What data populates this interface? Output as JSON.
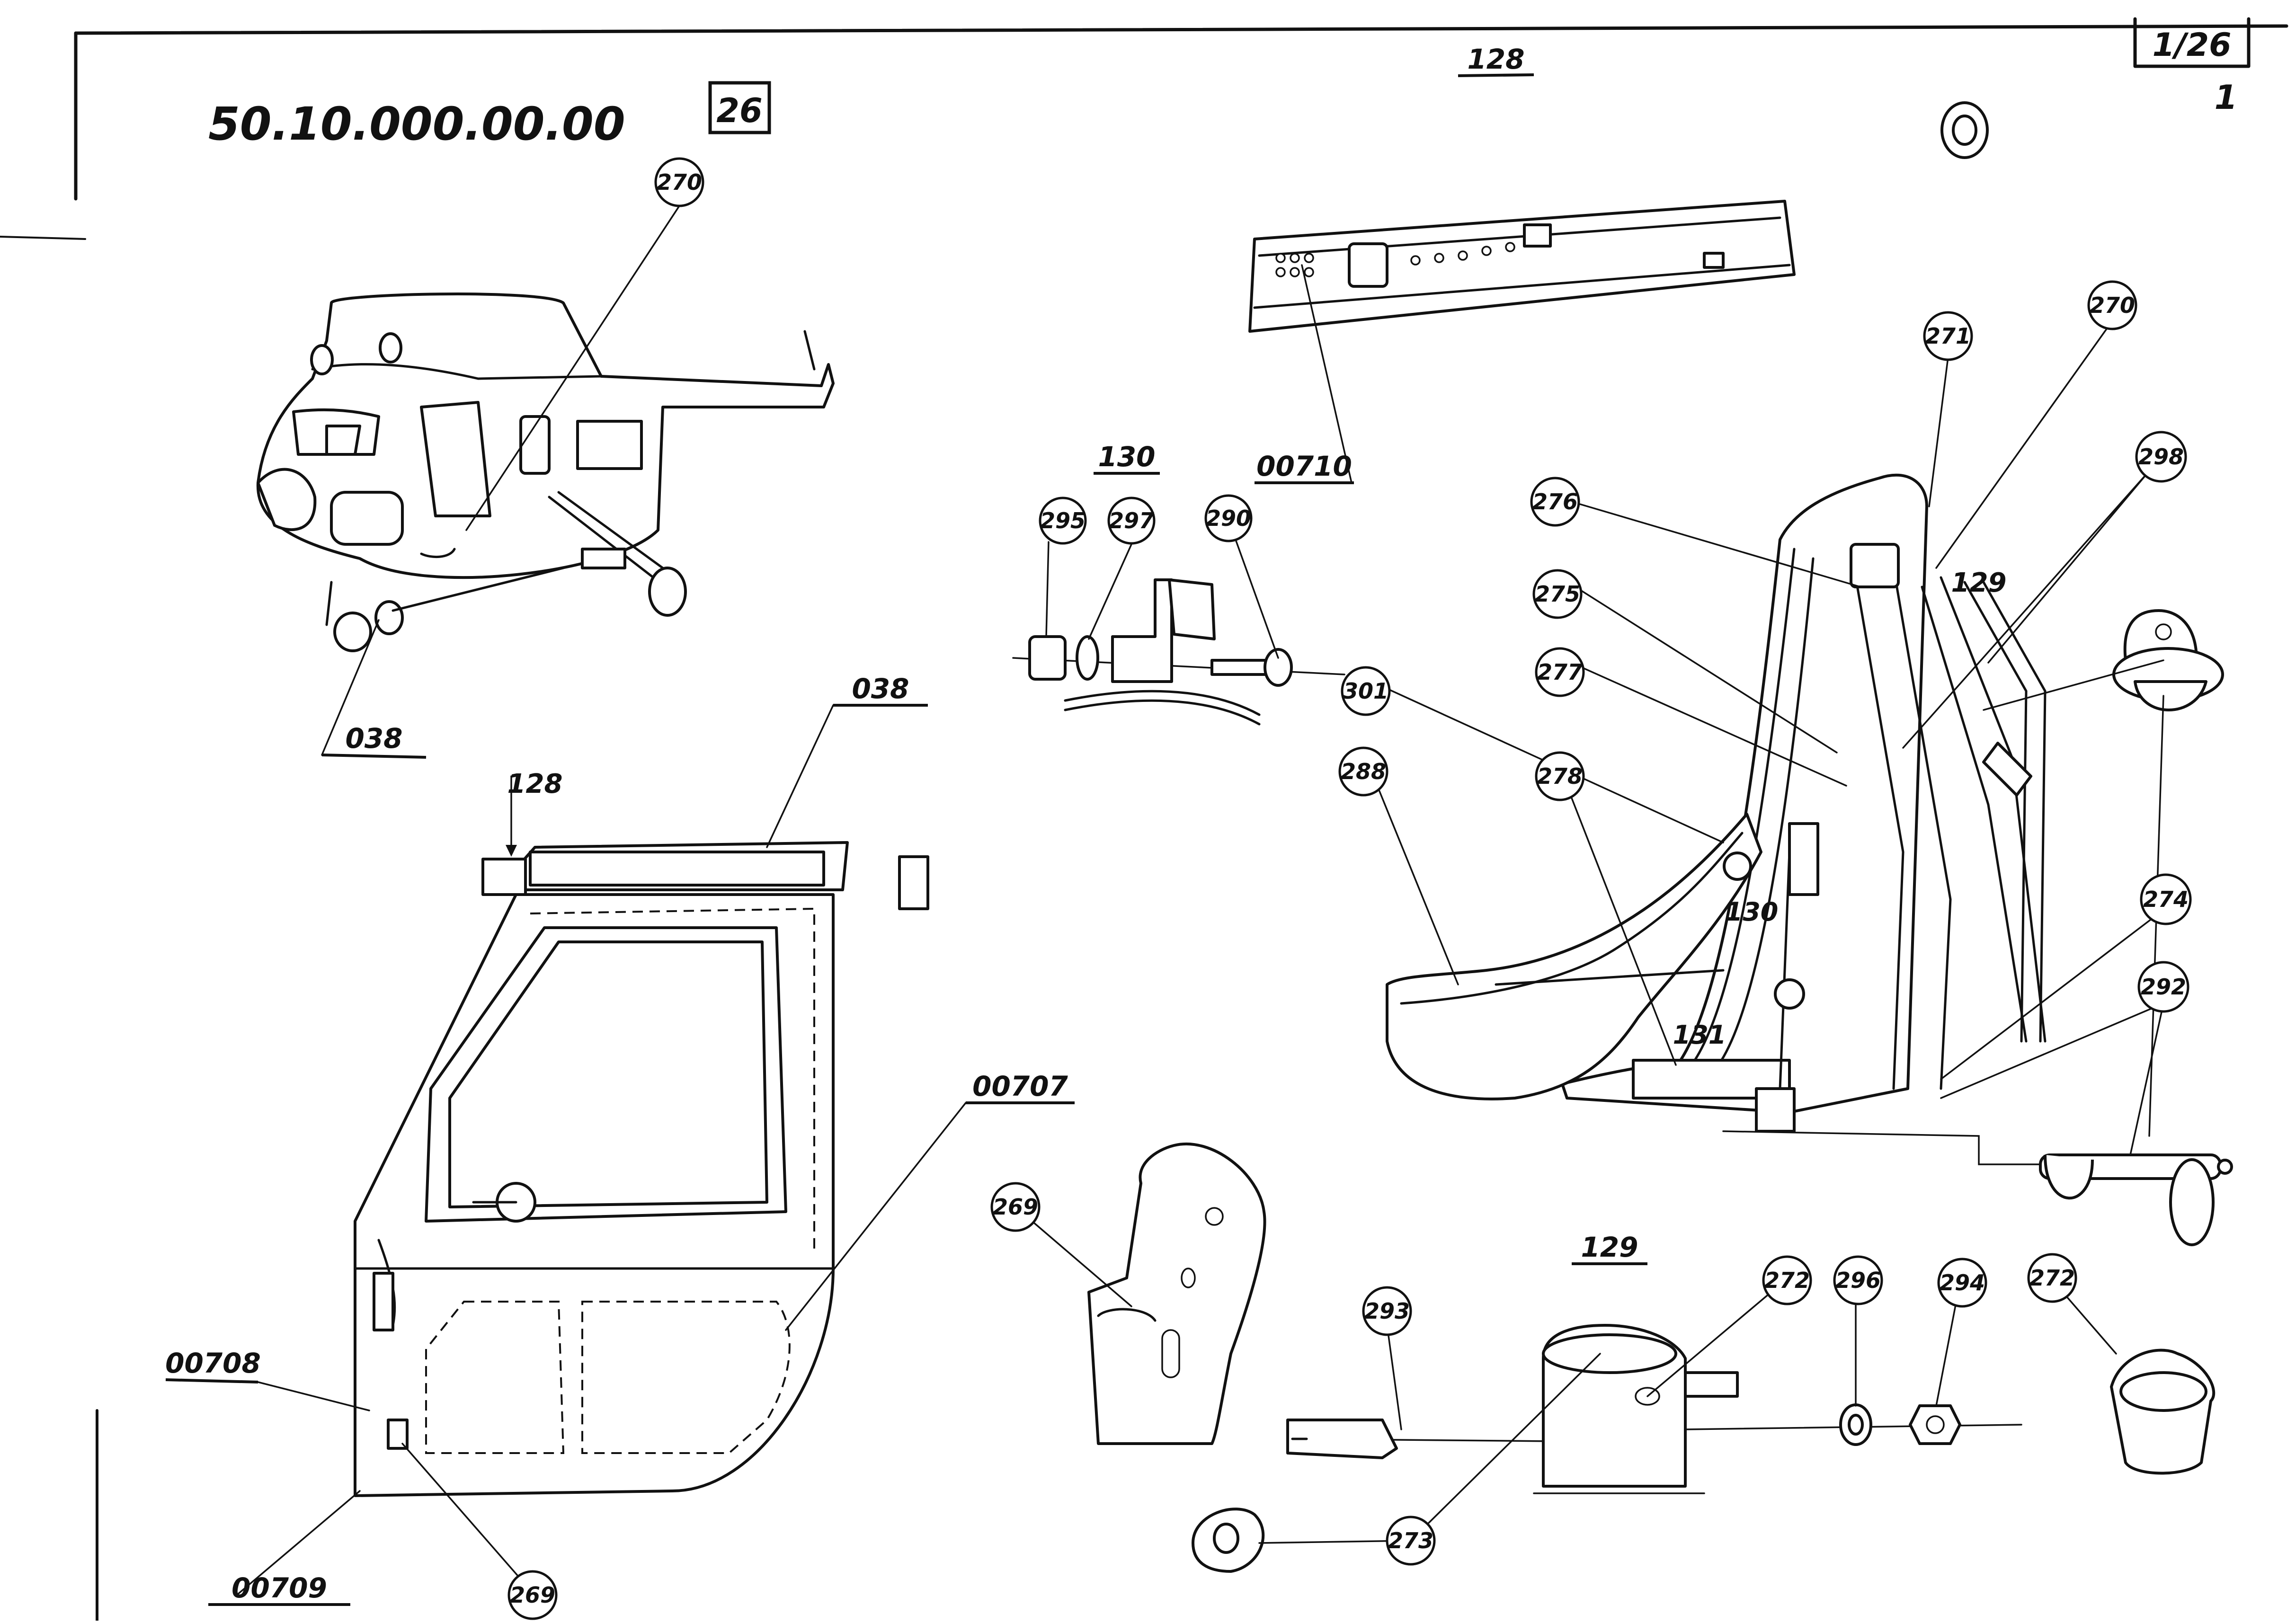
{
  "sheet": {
    "drawing_number": "50.10.000.00.00",
    "section_box": "26",
    "page_ref": "1/26",
    "page_sub": "1"
  },
  "assembly_labels": {
    "a128": "128",
    "a130": "130",
    "a129": "129",
    "a038_left": "038",
    "a038_door": "038",
    "a00710": "00710",
    "a00707": "00707",
    "a00708": "00708",
    "a00709": "00709",
    "a128_arrow": "128",
    "a129_inline": "129",
    "a130_inline": "130",
    "a131_inline": "131"
  },
  "callouts": {
    "c270_heli": "270",
    "c295": "295",
    "c297": "297",
    "c290": "290",
    "c271": "271",
    "c270_right": "270",
    "c298": "298",
    "c276": "276",
    "c275": "275",
    "c277": "277",
    "c301": "301",
    "c288": "288",
    "c278": "278",
    "c274": "274",
    "c292": "292",
    "c269_mid": "269",
    "c293": "293",
    "c272_a": "272",
    "c296": "296",
    "c294": "294",
    "c272_b": "272",
    "c273": "273",
    "c269_bottom": "269"
  }
}
